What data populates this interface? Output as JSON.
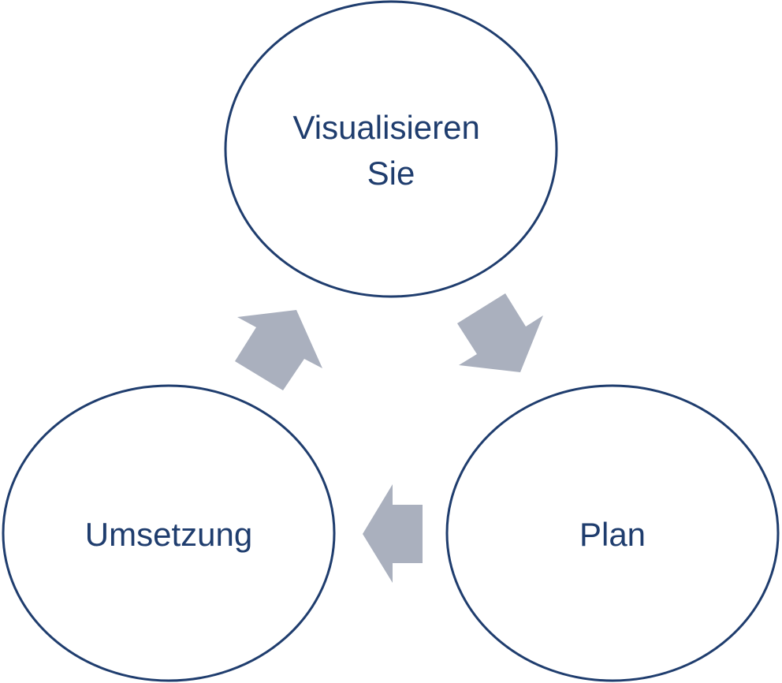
{
  "diagram": {
    "type": "cycle",
    "nodes": [
      {
        "id": "visualisieren",
        "label_line1": "Visualisieren",
        "label_line2": "Sie"
      },
      {
        "id": "plan",
        "label": "Plan"
      },
      {
        "id": "umsetzung",
        "label": "Umsetzung"
      }
    ],
    "edges": [
      {
        "from": "visualisieren",
        "to": "plan"
      },
      {
        "from": "plan",
        "to": "umsetzung"
      },
      {
        "from": "umsetzung",
        "to": "visualisieren"
      }
    ],
    "colors": {
      "circle_stroke": "#1f3d6e",
      "text": "#1f3d6e",
      "arrow_fill": "#aab0be",
      "background": "#ffffff"
    }
  }
}
